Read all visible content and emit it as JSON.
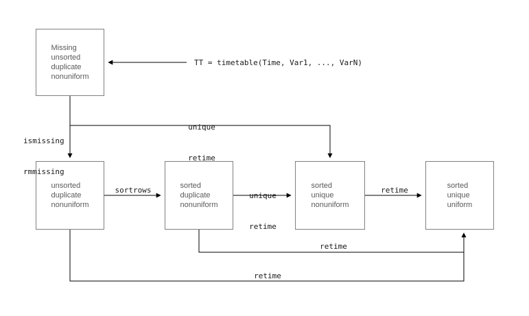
{
  "diagram": {
    "boxes": {
      "missing": {
        "lines": [
          "Missing",
          "unsorted",
          "duplicate",
          "nonuniform"
        ]
      },
      "unsorted_duplicate_nonuniform": {
        "lines": [
          "unsorted",
          "duplicate",
          "nonuniform"
        ]
      },
      "sorted_duplicate_nonuniform": {
        "lines": [
          "sorted",
          "duplicate",
          "nonuniform"
        ]
      },
      "sorted_unique_nonuniform": {
        "lines": [
          "sorted",
          "unique",
          "nonuniform"
        ]
      },
      "sorted_unique_uniform": {
        "lines": [
          "sorted",
          "unique",
          "uniform"
        ]
      }
    },
    "labels": {
      "timetable_code": "TT = timetable(Time, Var1, ..., VarN)",
      "ismissing_rmmissing": {
        "lines": [
          "ismissing",
          "rmmissing"
        ]
      },
      "unique_retime_top": {
        "lines": [
          "unique",
          "retime"
        ]
      },
      "sortrows": "sortrows",
      "unique_retime_mid": {
        "lines": [
          "unique",
          "retime"
        ]
      },
      "retime_mid_right": "retime",
      "retime_lower": "retime",
      "retime_bottom": "retime"
    },
    "colors": {
      "background": "#ffffff",
      "connector_line": "#000000",
      "box_border": "#7f7f7f",
      "box_text": "#595959",
      "label_text": "#1a1a1a"
    }
  }
}
